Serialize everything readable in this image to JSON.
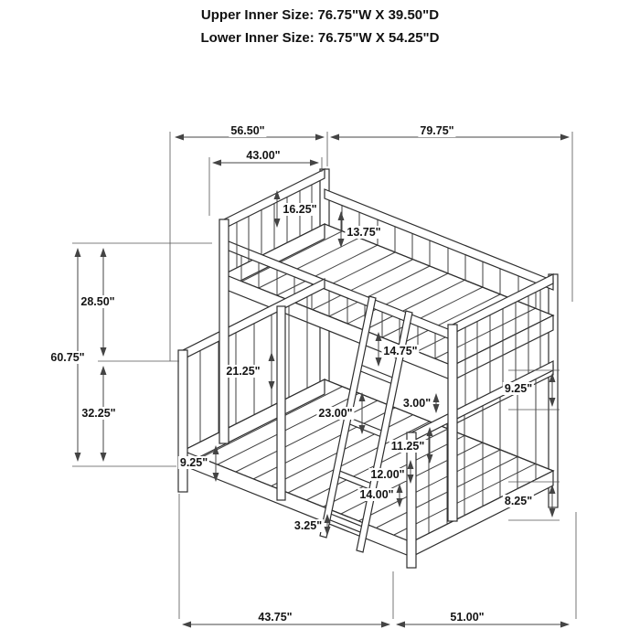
{
  "header": {
    "upper": "Upper Inner Size: 76.75\"W X 39.50\"D",
    "lower": "Lower Inner Size: 76.75\"W X 54.25\"D"
  },
  "dimensions": {
    "dim_56_50": "56.50\"",
    "dim_79_75": "79.75\"",
    "dim_43_00": "43.00\"",
    "dim_16_25": "16.25\"",
    "dim_13_75": "13.75\"",
    "dim_28_50": "28.50\"",
    "dim_60_75": "60.75\"",
    "dim_32_25": "32.25\"",
    "dim_14_75": "14.75\"",
    "dim_21_25": "21.25\"",
    "dim_9_25_right": "9.25\"",
    "dim_23_00": "23.00\"",
    "dim_3_00": "3.00\"",
    "dim_11_25": "11.25\"",
    "dim_9_25_left": "9.25\"",
    "dim_12_00": "12.00\"",
    "dim_14_00": "14.00\"",
    "dim_3_25": "3.25\"",
    "dim_8_25": "8.25\"",
    "dim_43_75": "43.75\"",
    "dim_51_00": "51.00\""
  },
  "colors": {
    "line": "#2e2e2e",
    "dim_line": "#444444",
    "text": "#111111"
  }
}
